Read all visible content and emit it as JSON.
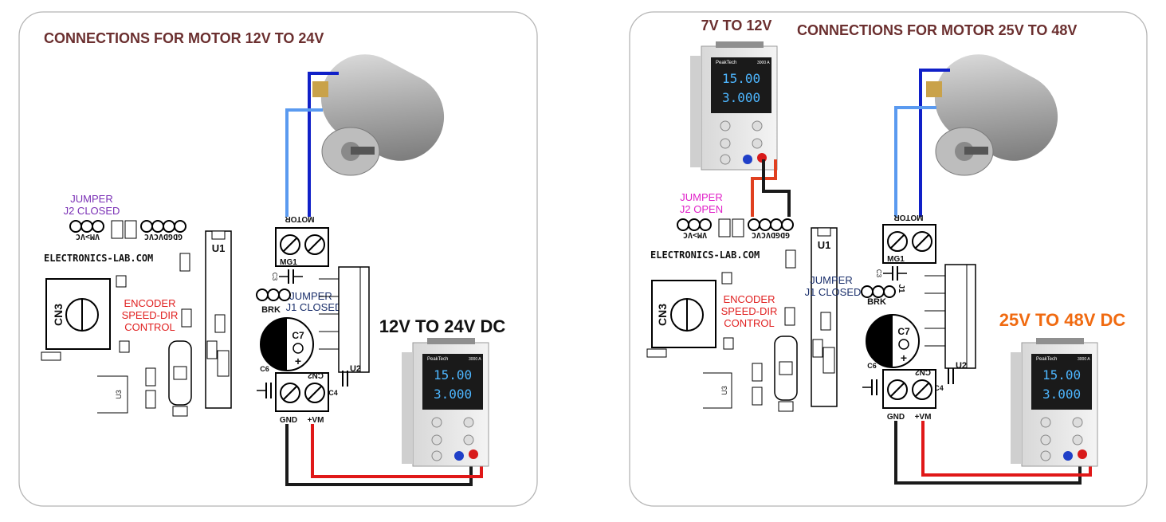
{
  "panels": [
    {
      "title": "CONNECTIONS FOR MOTOR 12V TO 24V",
      "jumper_j2": [
        "JUMPER",
        "J2 CLOSED"
      ],
      "jumper_j1": [
        "JUMPER",
        "J1 CLOSED"
      ],
      "encoder": [
        "ENCODER",
        "SPEED-DIR",
        "CONTROL"
      ],
      "supply_label": "12V TO 24V DC",
      "brand": "ELECTRONICS-LAB.COM",
      "psu": {
        "voltage": "15.00",
        "current": "3.000"
      }
    },
    {
      "title": "CONNECTIONS FOR MOTOR 25V TO 48V",
      "aux_label": "7V TO 12V",
      "jumper_j2": [
        "JUMPER",
        "J2 OPEN"
      ],
      "jumper_j1": [
        "JUMPER",
        "J1 CLOSED"
      ],
      "encoder": [
        "ENCODER",
        "SPEED-DIR",
        "CONTROL"
      ],
      "supply_label": "25V TO 48V DC",
      "brand": "ELECTRONICS-LAB.COM",
      "psu": {
        "voltage": "15.00",
        "current": "3.000"
      },
      "aux_psu": {
        "voltage": "15.00",
        "current": "3.000"
      }
    }
  ],
  "pcb": {
    "u1": "U1",
    "u2": "U2",
    "u3": "U3",
    "cn3": "CN3",
    "cn2": "CN2",
    "c7": "C7",
    "mg1": "MG1",
    "motor": "MOTOR",
    "gnd": "GND",
    "vm": "+VM",
    "brk": "BRK",
    "c3": "C3",
    "c4": "C4",
    "c6": "C6",
    "j1": "J1",
    "j2": "J2",
    "header_left": "VM>VC",
    "header_right": "GDGDVCVC",
    "plus": "+"
  },
  "colors": {
    "title": "#6b2f2f",
    "jumper_closed": "#7a2fb5",
    "jumper_open": "#e020c8",
    "encoder": "#e02020",
    "j1_label": "#1a2f6b",
    "supply_right": "#f06a10",
    "wire_dark_blue": "#1020c8",
    "wire_light_blue": "#5a9af0",
    "wire_red": "#e01818",
    "wire_black": "#1a1a1a",
    "wire_orange_red": "#e04020"
  }
}
